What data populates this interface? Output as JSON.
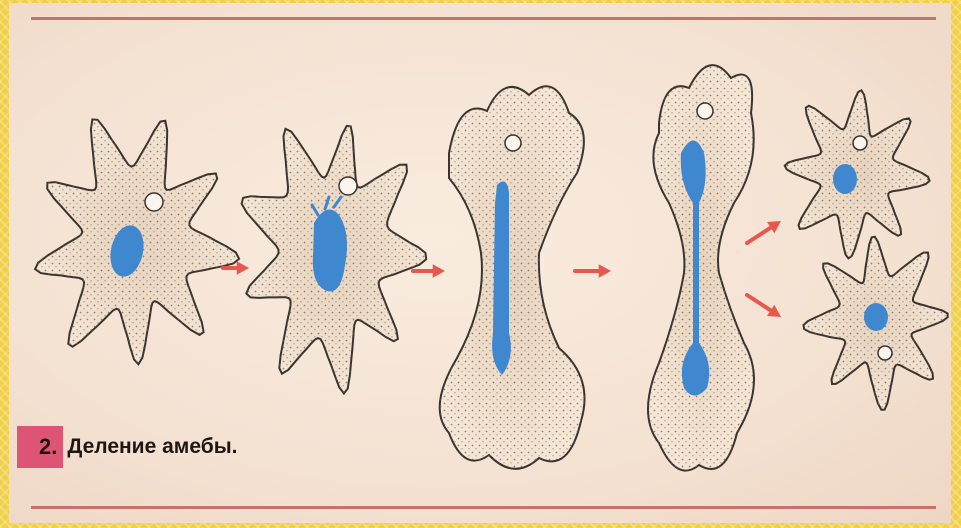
{
  "caption": {
    "number": "2.",
    "title": "Деление амебы."
  },
  "colors": {
    "nucleus": "#3f88d0",
    "arrow": "#e7574c",
    "rule": "#c8706c",
    "badge": "#de5474",
    "outline": "#3a3330",
    "cytoplasm": "#f3e3d1",
    "frame": "#f1cf47"
  },
  "diagram": {
    "stages": [
      "amoeba-resting",
      "nucleus-dividing",
      "cell-elongating",
      "cell-constricting",
      "two-daughter-cells"
    ],
    "arrows": 5
  }
}
